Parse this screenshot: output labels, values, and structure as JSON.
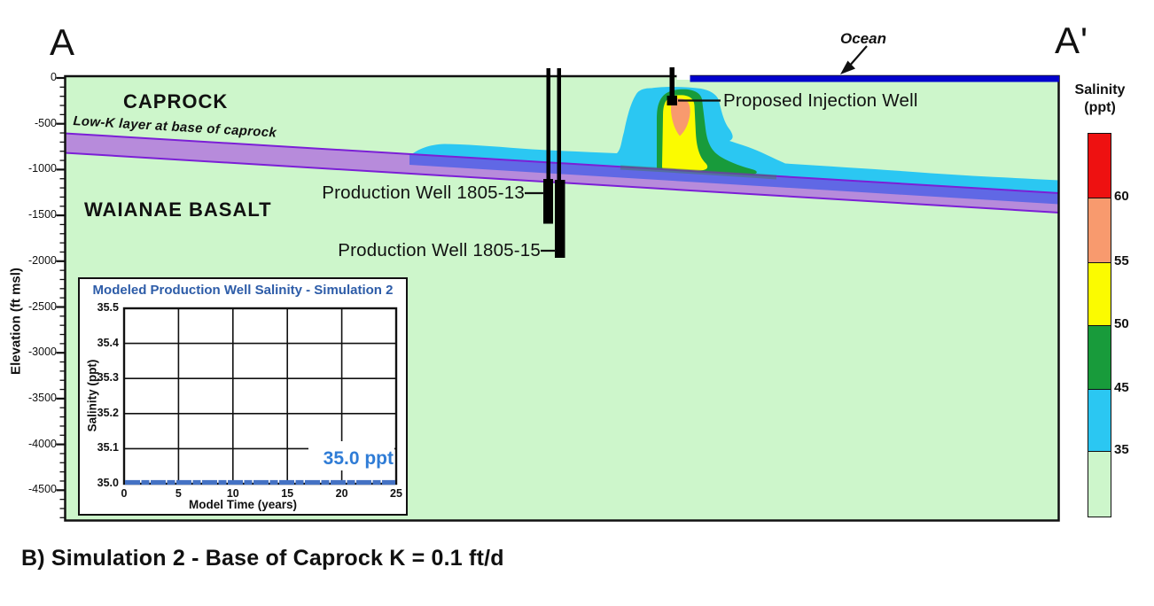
{
  "caption": "B) Simulation 2 - Base of Caprock K = 0.1 ft/d",
  "section": {
    "left_label": "A",
    "right_label": "A'",
    "ocean_label": "Ocean",
    "caprock_label": "CAPROCK",
    "low_k_label": "Low-K layer at base of caprock",
    "basalt_label": "WAIANAE BASALT",
    "well_13_label": "Production Well 1805-13",
    "well_15_label": "Production Well 1805-15",
    "injection_label": "Proposed Injection Well",
    "elevation_axis": {
      "title": "Elevation (ft msl)",
      "ticks": [
        "0",
        "-500",
        "-1000",
        "-1500",
        "-2000",
        "-2500",
        "-3000",
        "-3500",
        "-4000",
        "-4500"
      ]
    }
  },
  "legend": {
    "title_line1": "Salinity",
    "title_line2": "(ppt)",
    "segments": [
      {
        "color": "#EE1111",
        "label": "60"
      },
      {
        "color": "#F89A6E",
        "label": "55"
      },
      {
        "color": "#FBFB00",
        "label": "50"
      },
      {
        "color": "#189B3B",
        "label": "45"
      },
      {
        "color": "#2BC7F2",
        "label": "35"
      },
      {
        "color": "#CDF6CB",
        "label": ""
      }
    ]
  },
  "colors": {
    "background_fresh": "#CDF6CB",
    "plume_35_45": "#2BC7F2",
    "plume_45_50": "#189B3B",
    "plume_50_55": "#FBFB00",
    "plume_55_60": "#F89A6E",
    "plume_gt_60": "#EE1111",
    "low_k_band": "#B78BDB",
    "low_k_edge": "#7B1FD6",
    "low_k_saline": "#5865E6",
    "ocean_line": "#0101CD",
    "inset_title": "#2D5CA8",
    "inset_line": "#4472C4",
    "inset_annotation": "#2F7CD6"
  },
  "chart_data": [
    {
      "type": "line",
      "title": "Modeled Production Well Salinity - Simulation 2",
      "xlabel": "Model Time (years)",
      "ylabel": "Salinity (ppt)",
      "xlim": [
        0,
        25
      ],
      "ylim": [
        35.0,
        35.5
      ],
      "x_ticks": [
        "0",
        "5",
        "10",
        "15",
        "20",
        "25"
      ],
      "y_ticks": [
        "35.5",
        "35.4",
        "35.3",
        "35.2",
        "35.1",
        "35.0"
      ],
      "grid": true,
      "legend_position": "none",
      "series": [
        {
          "name": "Modeled production well salinity",
          "x": [
            0,
            25
          ],
          "y": [
            35.0,
            35.0
          ],
          "color": "#4472C4"
        }
      ],
      "annotation": {
        "text": "35.0 ppt",
        "color": "#2F7CD6"
      }
    },
    {
      "type": "heatmap",
      "title": "Salinity (ppt) color scale for cross section",
      "bins": [
        {
          "range": "<35",
          "color": "#CDF6CB"
        },
        {
          "range": "35-45",
          "color": "#2BC7F2"
        },
        {
          "range": "45-50",
          "color": "#189B3B"
        },
        {
          "range": "50-55",
          "color": "#FBFB00"
        },
        {
          "range": "55-60",
          "color": "#F89A6E"
        },
        {
          "range": ">60",
          "color": "#EE1111"
        }
      ]
    }
  ]
}
